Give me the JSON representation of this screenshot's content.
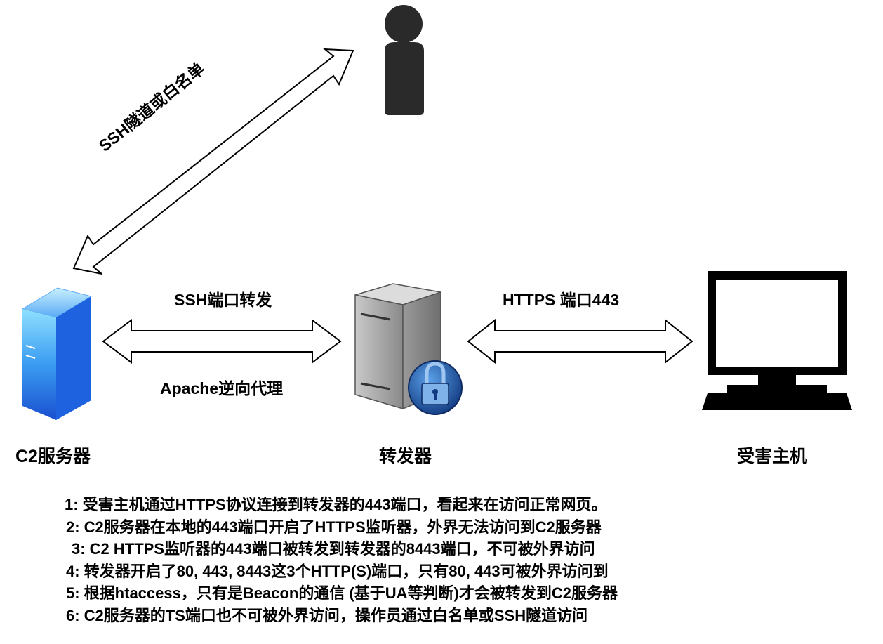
{
  "nodes": {
    "c2_server": {
      "label": "C2服务器",
      "icon": "server-tower-icon"
    },
    "redirector": {
      "label": "转发器",
      "icon": "secure-server-icon"
    },
    "victim": {
      "label": "受害主机",
      "icon": "computer-monitor-icon"
    },
    "operator": {
      "icon": "person-icon"
    }
  },
  "edges": {
    "ssh_tunnel": {
      "label": "SSH隧道或白名单"
    },
    "c2_to_redirector": {
      "label_top": "SSH端口转发",
      "label_bottom": "Apache逆向代理"
    },
    "redirector_to_victim": {
      "label": "HTTPS 端口443"
    }
  },
  "notes": [
    "1: 受害主机通过HTTPS协议连接到转发器的443端口，看起来在访问正常网页。",
    "2: C2服务器在本地的443端口开启了HTTPS监听器，外界无法访问到C2服务器",
    "3: C2 HTTPS监听器的443端口被转发到转发器的8443端口，不可被外界访问",
    "4: 转发器开启了80, 443, 8443这3个HTTP(S)端口，只有80, 443可被外界访问到",
    "5: 根据htaccess，只有是Beacon的通信 (基于UA等判断)才会被转发到C2服务器",
    "6: C2服务器的TS端口也不可被外界访问，操作员通过白名单或SSH隧道访问"
  ],
  "colors": {
    "server_blue_light": "#7fd3ff",
    "server_blue_dark": "#1a5bd8",
    "lock_blue": "#1e4ea0",
    "icon_dark": "#222222"
  }
}
